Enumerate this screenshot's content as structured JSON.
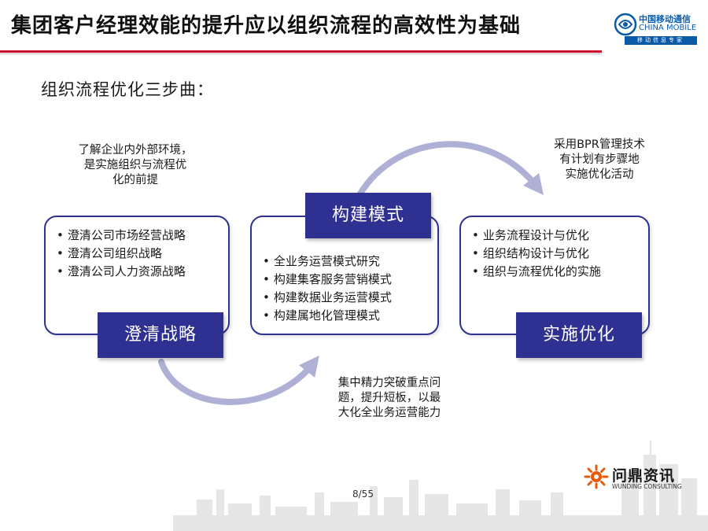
{
  "header": {
    "title": "集团客户经理效能的提升应以组织流程的高效性为基础",
    "brand_cn": "中国移动通信",
    "brand_en": "CHINA MOBILE",
    "brand_slogan": "移动信息专家"
  },
  "subtitle": "组织流程优化三步曲：",
  "stages": [
    {
      "label": "澄清战略",
      "items": [
        "澄清公司市场经营战略",
        "澄清公司组织战略",
        "澄清公司人力资源战略"
      ]
    },
    {
      "label": "构建模式",
      "items": [
        "全业务运营模式研究",
        "构建集客服务营销模式",
        "构建数据业务运营模式",
        "构建属地化管理模式"
      ]
    },
    {
      "label": "实施优化",
      "items": [
        "业务流程设计与优化",
        "组织结构设计与优化",
        "组织与流程优化的实施"
      ]
    }
  ],
  "notes": {
    "clarify": [
      "了解企业内外部环境，",
      "是实施组织与流程优",
      "化的前提"
    ],
    "build": [
      "集中精力突破重点问",
      "题，提升短板，以最",
      "大化全业务运营能力"
    ],
    "implement": [
      "采用BPR管理技术",
      "有计划有步骤地",
      "实施优化活动"
    ]
  },
  "footer": {
    "page": "8/55",
    "company_cn": "问鼎资讯",
    "company_en": "WUNDING CONSULTING"
  },
  "colors": {
    "accent_red": "#c8102e",
    "box_navy": "#2e3192",
    "arrow_lavender": "#aeb0d6",
    "brand_blue": "#0a5aa8"
  }
}
